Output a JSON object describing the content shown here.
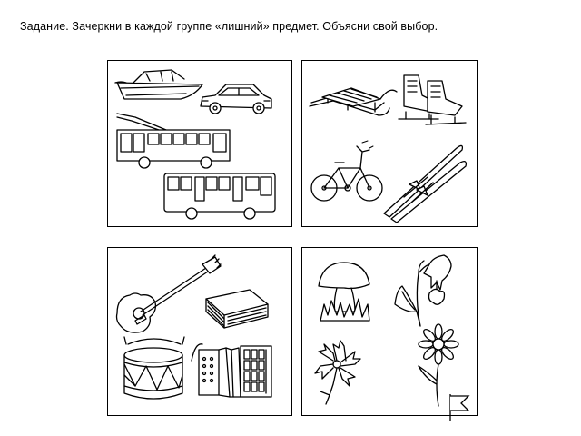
{
  "worksheet": {
    "task": "Задание. Зачеркни в каждой группе «лишний» предмет. Объясни свой выбор."
  },
  "groups": [
    {
      "id": "transport",
      "items": [
        "boat-icon",
        "car-icon",
        "trolleybus-icon",
        "bus-icon"
      ]
    },
    {
      "id": "winter-sport",
      "items": [
        "sled-icon",
        "skates-icon",
        "bicycle-icon",
        "skis-icon"
      ]
    },
    {
      "id": "music",
      "items": [
        "guitar-icon",
        "book-icon",
        "drum-icon",
        "accordion-icon"
      ]
    },
    {
      "id": "plants",
      "items": [
        "mushroom-icon",
        "bellflower-icon",
        "cornflower-icon",
        "chamomile-icon"
      ]
    }
  ],
  "colors": {
    "ink": "#000000",
    "paper": "#ffffff"
  }
}
